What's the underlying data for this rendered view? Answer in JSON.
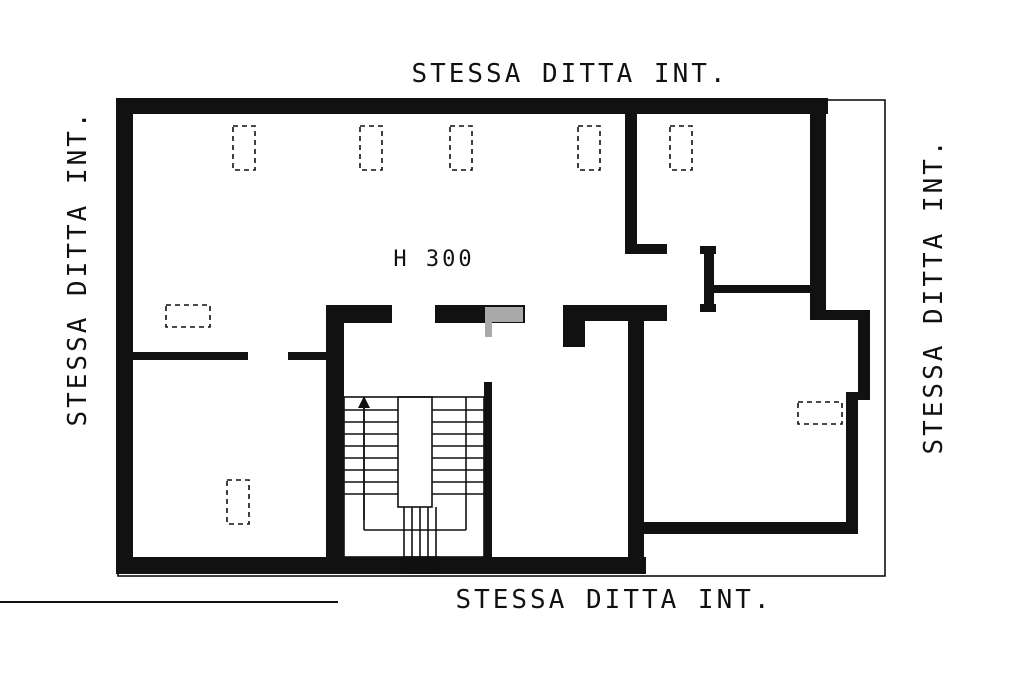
{
  "labels": {
    "top": "STESSA DITTA INT.",
    "bottom": "STESSA DITTA INT.",
    "left": "STESSA DITTA INT.",
    "right": "STESSA DITTA INT.",
    "height": "H 300"
  },
  "colors": {
    "ink": "#111111",
    "paper": "#ffffff",
    "marker": "#a9a9a9"
  }
}
